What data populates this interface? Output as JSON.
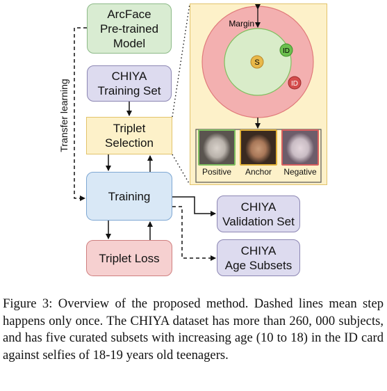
{
  "boxes": {
    "arcface": "ArcFace\nPre-trained\nModel",
    "training_set": "CHIYA\nTraining Set",
    "triplet_selection": "Triplet\nSelection",
    "training": "Training",
    "triplet_loss": "Triplet Loss",
    "validation_set": "CHIYA\nValidation Set",
    "age_subsets": "CHIYA\nAge Subsets"
  },
  "transfer_label": "Transfer learning",
  "detail": {
    "margin_label": "Margin",
    "anchor_symbol": "S",
    "positive_symbol": "ID",
    "negative_symbol": "ID",
    "faces": [
      {
        "label": "Positive",
        "border_color": "#7fbf5f"
      },
      {
        "label": "Anchor",
        "border_color": "#e2b23a"
      },
      {
        "label": "Negative",
        "border_color": "#d85f5f"
      }
    ]
  },
  "colors": {
    "outer_circle": "#f3b0b0",
    "inner_circle": "#d9ecc9",
    "anchor_dot": "#e8b84a",
    "positive_dot": "#6cbf4e",
    "negative_dot": "#d44c4c"
  },
  "caption": "Figure 3: Overview of the proposed method. Dashed lines mean step happens only once. The CHIYA dataset has more than 260, 000 subjects, and has five curated subsets with increasing age (10 to 18) in the ID card against selfies of 18-19 years old teenagers."
}
